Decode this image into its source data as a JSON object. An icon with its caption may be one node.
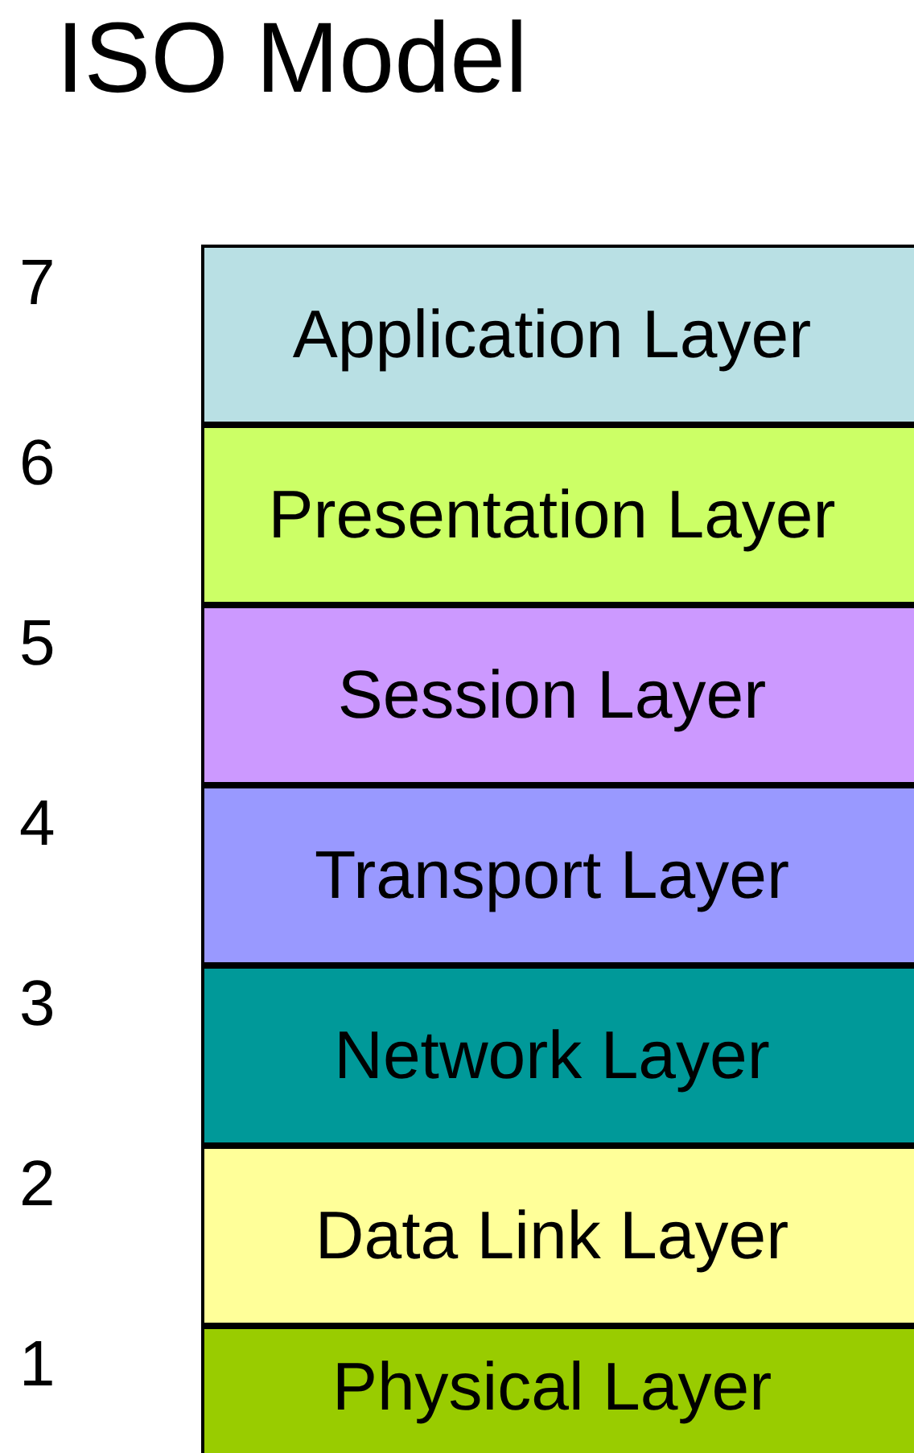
{
  "diagram": {
    "title": "ISO Model",
    "nodes": [
      {
        "text": [
          "Application Layer"
        ],
        "beside": [
          "7"
        ]
      },
      {
        "text": [
          "Presentation Layer"
        ],
        "beside": [
          "6"
        ]
      },
      {
        "text": [
          "Session Layer"
        ],
        "beside": [
          "5"
        ]
      },
      {
        "text": [
          "Transport Layer"
        ],
        "beside": [
          "4"
        ]
      },
      {
        "text": [
          "Network Layer"
        ],
        "beside": [
          "3"
        ]
      },
      {
        "text": [
          "Data Link Layer"
        ],
        "beside": [
          "2"
        ]
      },
      {
        "text": [
          "Physical Layer"
        ],
        "beside": [
          "1"
        ]
      }
    ]
  }
}
